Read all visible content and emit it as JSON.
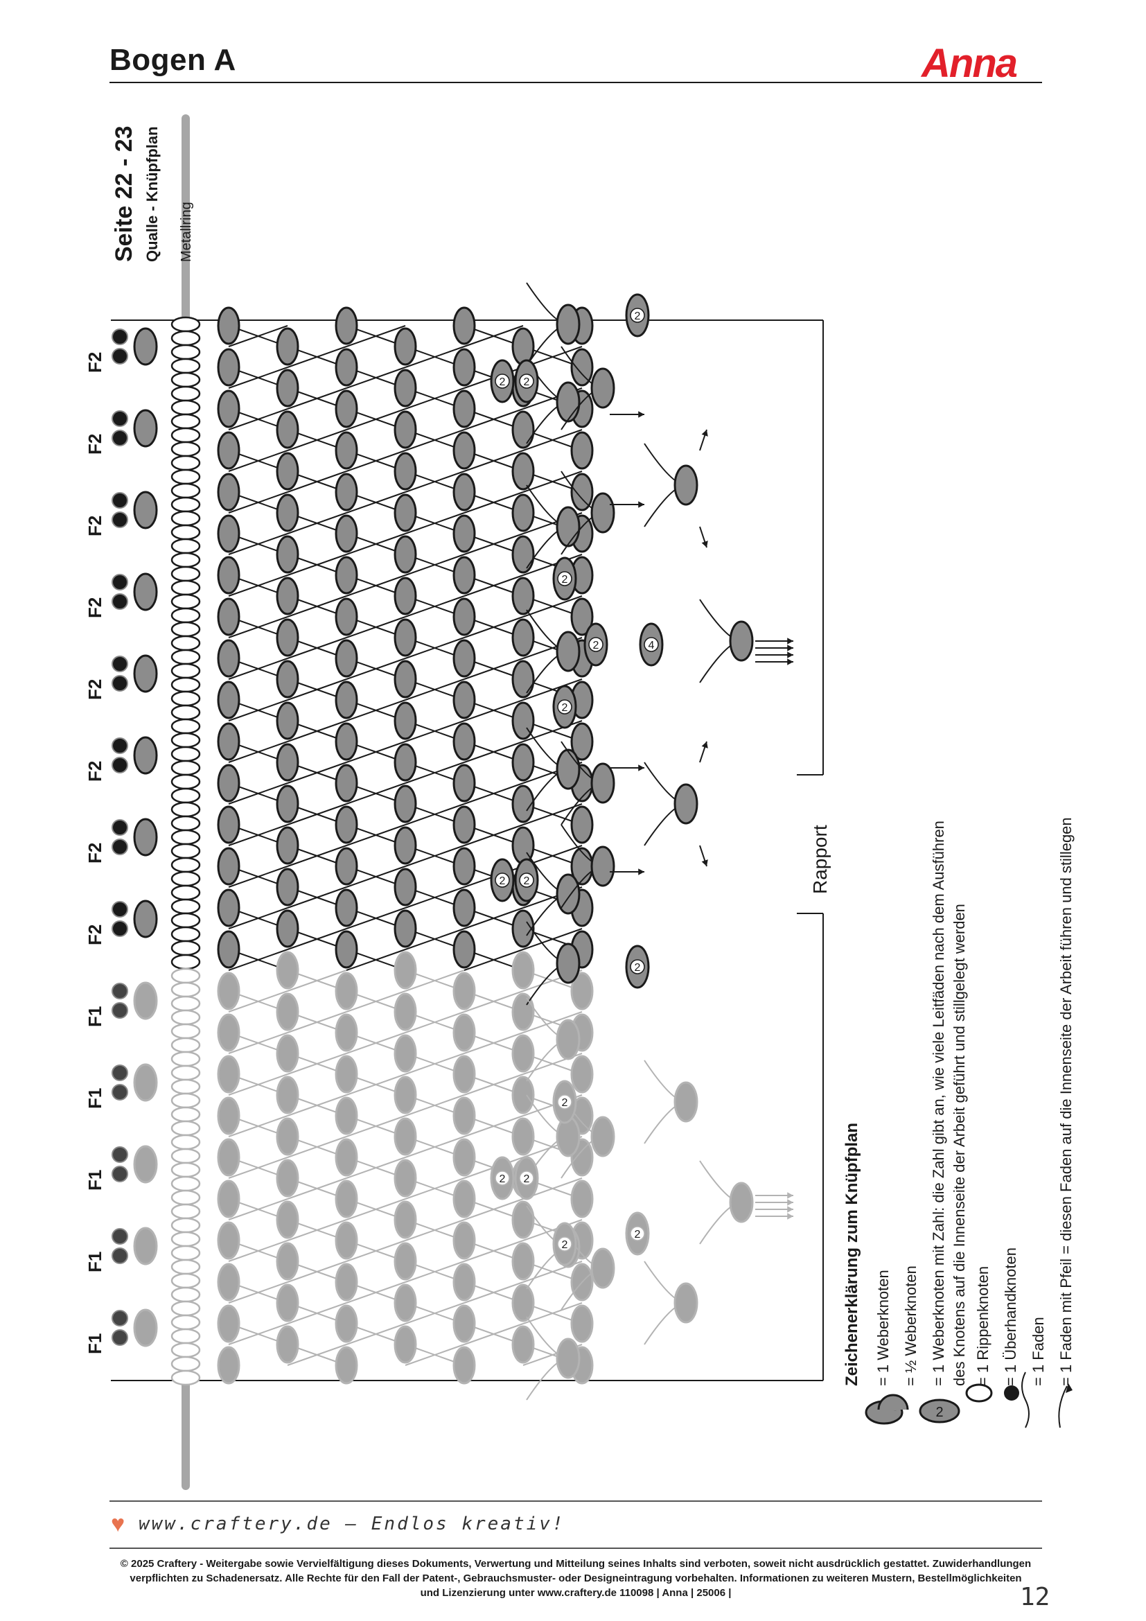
{
  "header": {
    "title": "Bogen A",
    "brand": "Anna"
  },
  "plan": {
    "page_ref": "Seite 22 - 23",
    "plan_name": "Qualle - Knüpfplan",
    "metal_ring": "Metallring",
    "rapport": "Rapport",
    "f2_labels": [
      "F2",
      "F2",
      "F2",
      "F2",
      "F2",
      "F2",
      "F2",
      "F2"
    ],
    "f1_labels": [
      "F1",
      "F1",
      "F1",
      "F1",
      "F1"
    ],
    "knot_number_2": "2",
    "knot_number_4": "4"
  },
  "legend": {
    "title": "Zeichenerklärung zum Knüpfplan",
    "items": [
      "= 1 Weberknoten",
      "= ½ Weberknoten",
      "= 1 Weberknoten mit Zahl: die Zahl gibt an, wie viele Leitfäden nach dem Ausführen",
      "des Knotens auf die Innenseite der Arbeit geführt und stillgelegt werden",
      "= 1 Rippenknoten",
      "= 1 Überhandknoten",
      "= 1 Faden",
      "= 1 Faden mit Pfeil = diesen Faden auf die Innenseite der Arbeit führen und stillegen"
    ]
  },
  "footer": {
    "slogan": "www.craftery.de – Endlos kreativ!",
    "copyright_1": "© 2025 Craftery - Weitergabe sowie Vervielfältigung dieses Dokuments, Verwertung und Mitteilung seines Inhalts sind verboten, soweit nicht ausdrücklich gestattet. Zuwiderhandlungen",
    "copyright_2": "verpflichten zu Schadenersatz. Alle Rechte für den Fall der Patent-, Gebrauchsmuster- oder Designeintragung vorbehalten. Informationen zu weiteren Mustern, Bestellmöglichkeiten",
    "copyright_3": "und Lizenzierung unter www.craftery.de  110098 | Anna | 25006 |",
    "page_number": "12"
  },
  "colors": {
    "knot_dark": "#8c8c8c",
    "knot_light": "#a6a6a6",
    "line_dark": "#1a1a1a",
    "line_light": "#b3b3b3",
    "brand": "#e2202a",
    "heart": "#e8734f"
  }
}
